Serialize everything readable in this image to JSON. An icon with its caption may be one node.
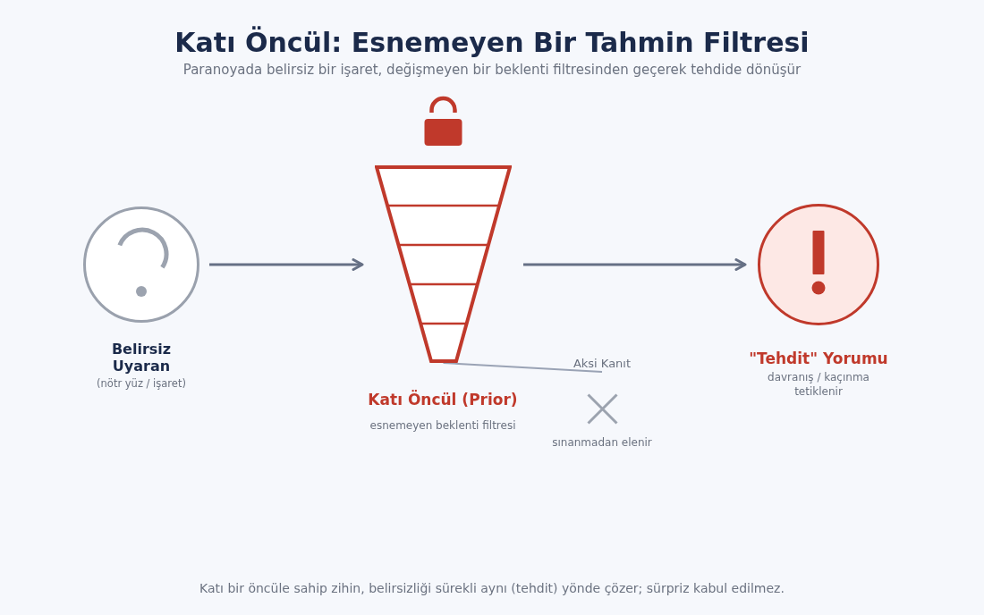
{
  "diagram": {
    "title": "Katı Öncül: Esnemeyen Bir Tahmin Filtresi",
    "caption": "Katı bir öncüle sahip zihin, belirsizliği sürekli aynı (tehdit) yönde çözer; sürpriz kabul edilmez.",
    "nodes": [
      {
        "text": [
          "Belirsiz Uyaran",
          "(nötr yüz / işaret)"
        ]
      },
      {
        "text": [
          "Katı Öncül (Prior)",
          "esnemeyen beklenti filtresi"
        ]
      },
      {
        "text": [
          "\"Tehdit\" Yorumu",
          "davranış / kaçınma tetiklenir"
        ]
      },
      {
        "text": [
          "Aksi Kanıt"
        ]
      }
    ],
    "edges": [
      {
        "from": 0,
        "to": 1,
        "arrow": "to"
      },
      {
        "from": 1,
        "to": 2,
        "arrow": "to"
      },
      {
        "from": 3,
        "to": 1,
        "arrow": "none",
        "color": "#9aa3b5"
      }
    ],
    "labels": [
      "Paranoyada belirsiz bir işaret, değişmeyen bir beklenti filtresinden geçerek tehdide dönüşür",
      "sınanmadan elenir"
    ]
  }
}
